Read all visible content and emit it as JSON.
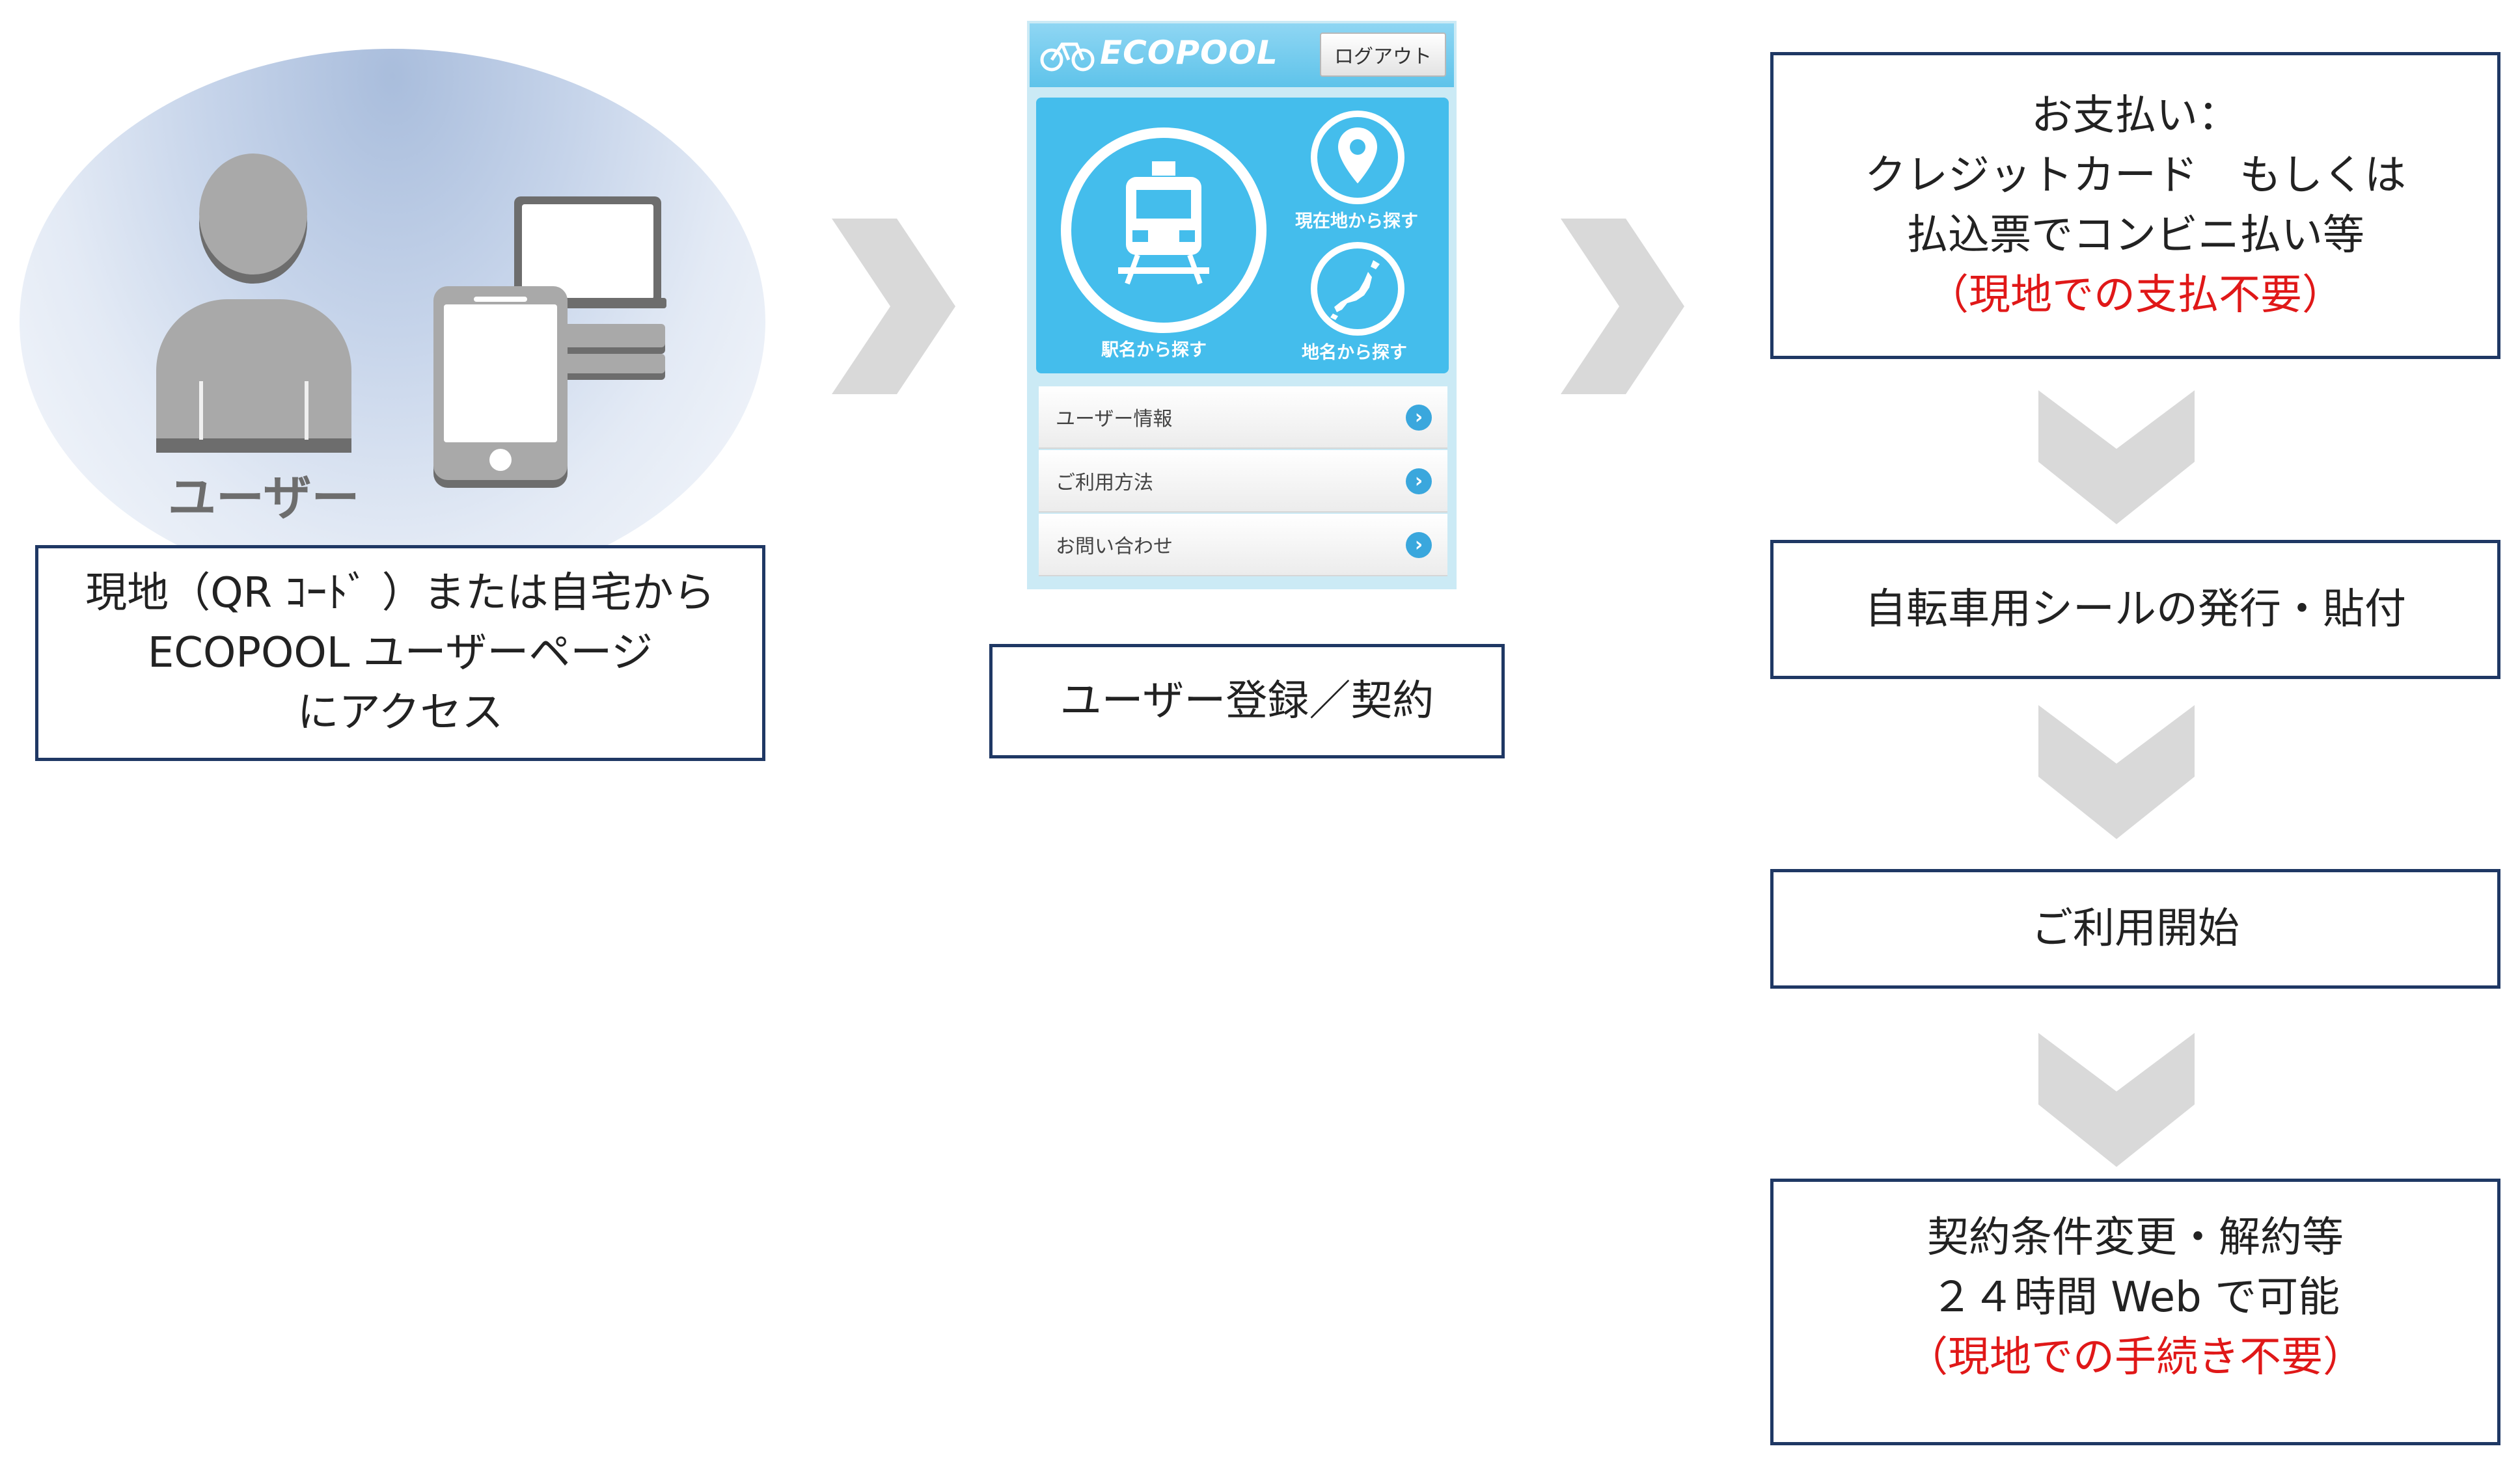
{
  "user_section": {
    "user_label": "ユーザー",
    "access_lines": [
      "現地（QR ｺｰﾄﾞ ）または自宅から",
      "ECOPOOL ユーザーページ",
      "にアクセス"
    ]
  },
  "phone_screen": {
    "logo": "ECOPOOL",
    "logout_label": "ログアウト",
    "station_label": "駅名から探す",
    "current_location_label": "現在地から探す",
    "place_label": "地名から探す",
    "menu_items": [
      "ユーザー情報",
      "ご利用方法",
      "お問い合わせ"
    ]
  },
  "register_label": "ユーザー登録／契約",
  "payment": {
    "lines": [
      "お支払い：",
      "クレジットカード　もしくは",
      "払込票でコンビニ払い等"
    ],
    "note": "（現地での支払不要）"
  },
  "sticker_label": "自転車用シールの発行・貼付",
  "start_label": "ご利用開始",
  "contract_change": {
    "lines": [
      "契約条件変更・解約等",
      "２４時間 Web で可能"
    ],
    "note": "（現地での手続き不要）"
  },
  "colors": {
    "box_border": "#1f3864",
    "note_red": "#e01818",
    "arrow_gray": "#d9d9d9",
    "phone_blue": "#44bdec"
  }
}
